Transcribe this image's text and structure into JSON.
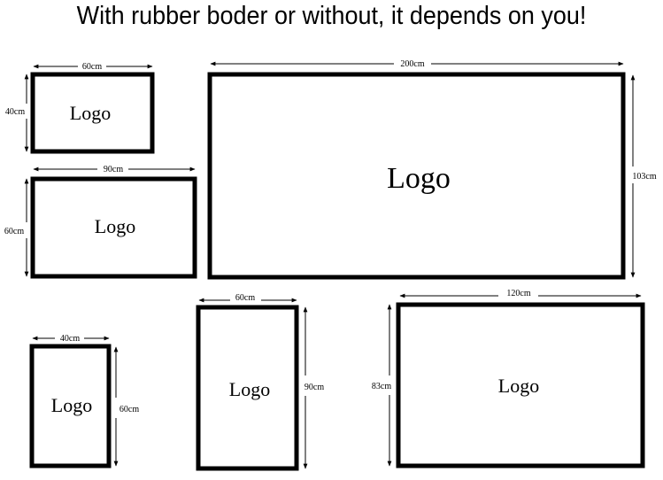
{
  "headline": "With rubber boder or without, it depends on you!",
  "mats": [
    {
      "id": "mat-60x40",
      "logo": "Logo",
      "width_label": "60cm",
      "height_label": "40cm"
    },
    {
      "id": "mat-90x60",
      "logo": "Logo",
      "width_label": "90cm",
      "height_label": "60cm"
    },
    {
      "id": "mat-200x103",
      "logo": "Logo",
      "width_label": "200cm",
      "height_label": "103cm"
    },
    {
      "id": "mat-40x60",
      "logo": "Logo",
      "width_label": "40cm",
      "height_label": "60cm"
    },
    {
      "id": "mat-60x90",
      "logo": "Logo",
      "width_label": "60cm",
      "height_label": "90cm"
    },
    {
      "id": "mat-120x83",
      "logo": "Logo",
      "width_label": "120cm",
      "height_label": "83cm"
    }
  ]
}
